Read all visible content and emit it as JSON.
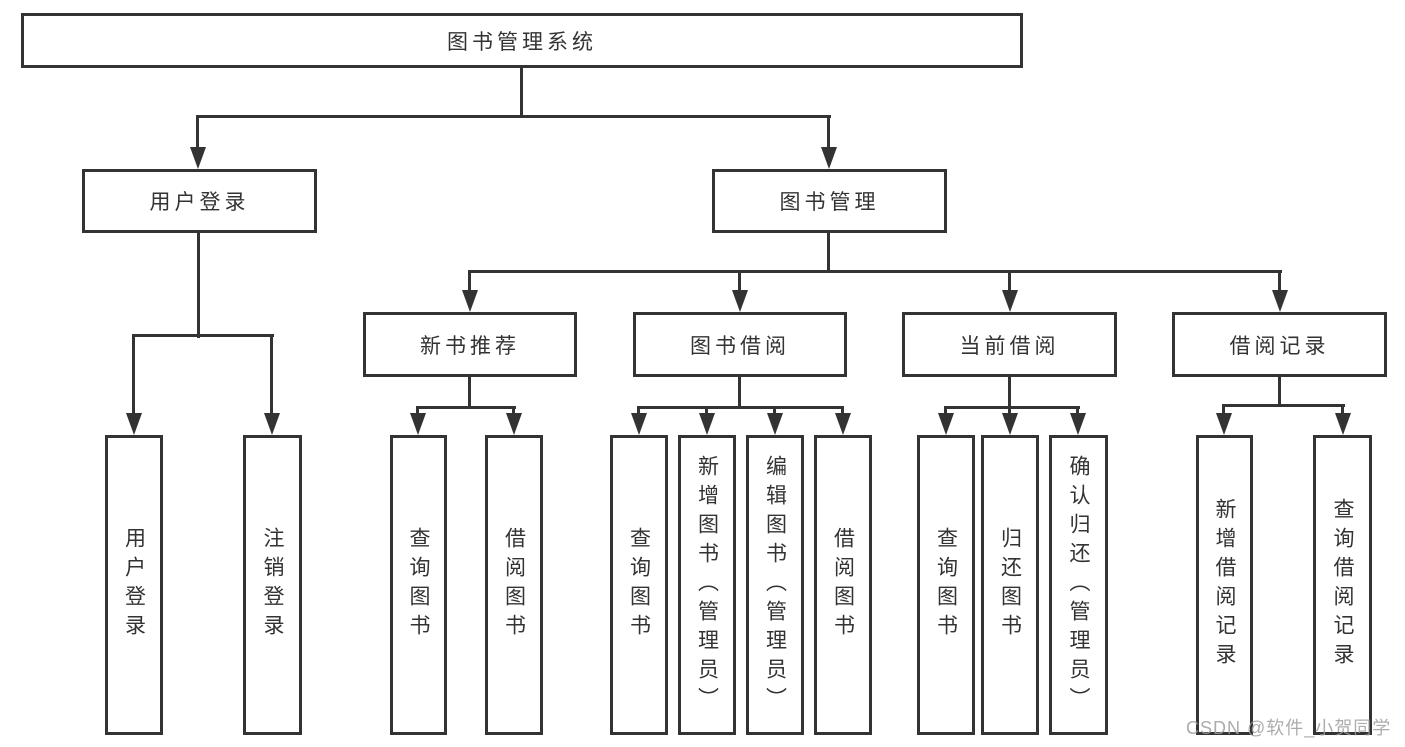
{
  "diagram": {
    "title": "图书管理系统",
    "nodes": {
      "root": "图书管理系统",
      "level2": [
        "用户登录",
        "图书管理"
      ],
      "level3": [
        "新书推荐",
        "图书借阅",
        "当前借阅",
        "借阅记录"
      ],
      "leaves": {
        "user_login": [
          "用户登录",
          "注销登录"
        ],
        "new_book": [
          "查询图书",
          "借阅图书"
        ],
        "book_borrow": [
          "查询图书",
          "新增图书（管理员）",
          "编辑图书（管理员）",
          "借阅图书"
        ],
        "current_borrow": [
          "查询图书",
          "归还图书",
          "确认归还（管理员）"
        ],
        "borrow_records": [
          "新增借阅记录",
          "查询借阅记录"
        ]
      }
    }
  },
  "watermark": "CSDN @软件_小贺同学",
  "colors": {
    "line": "#333333",
    "text": "#333333",
    "watermark": "#9e9e9e",
    "background": "#ffffff"
  }
}
